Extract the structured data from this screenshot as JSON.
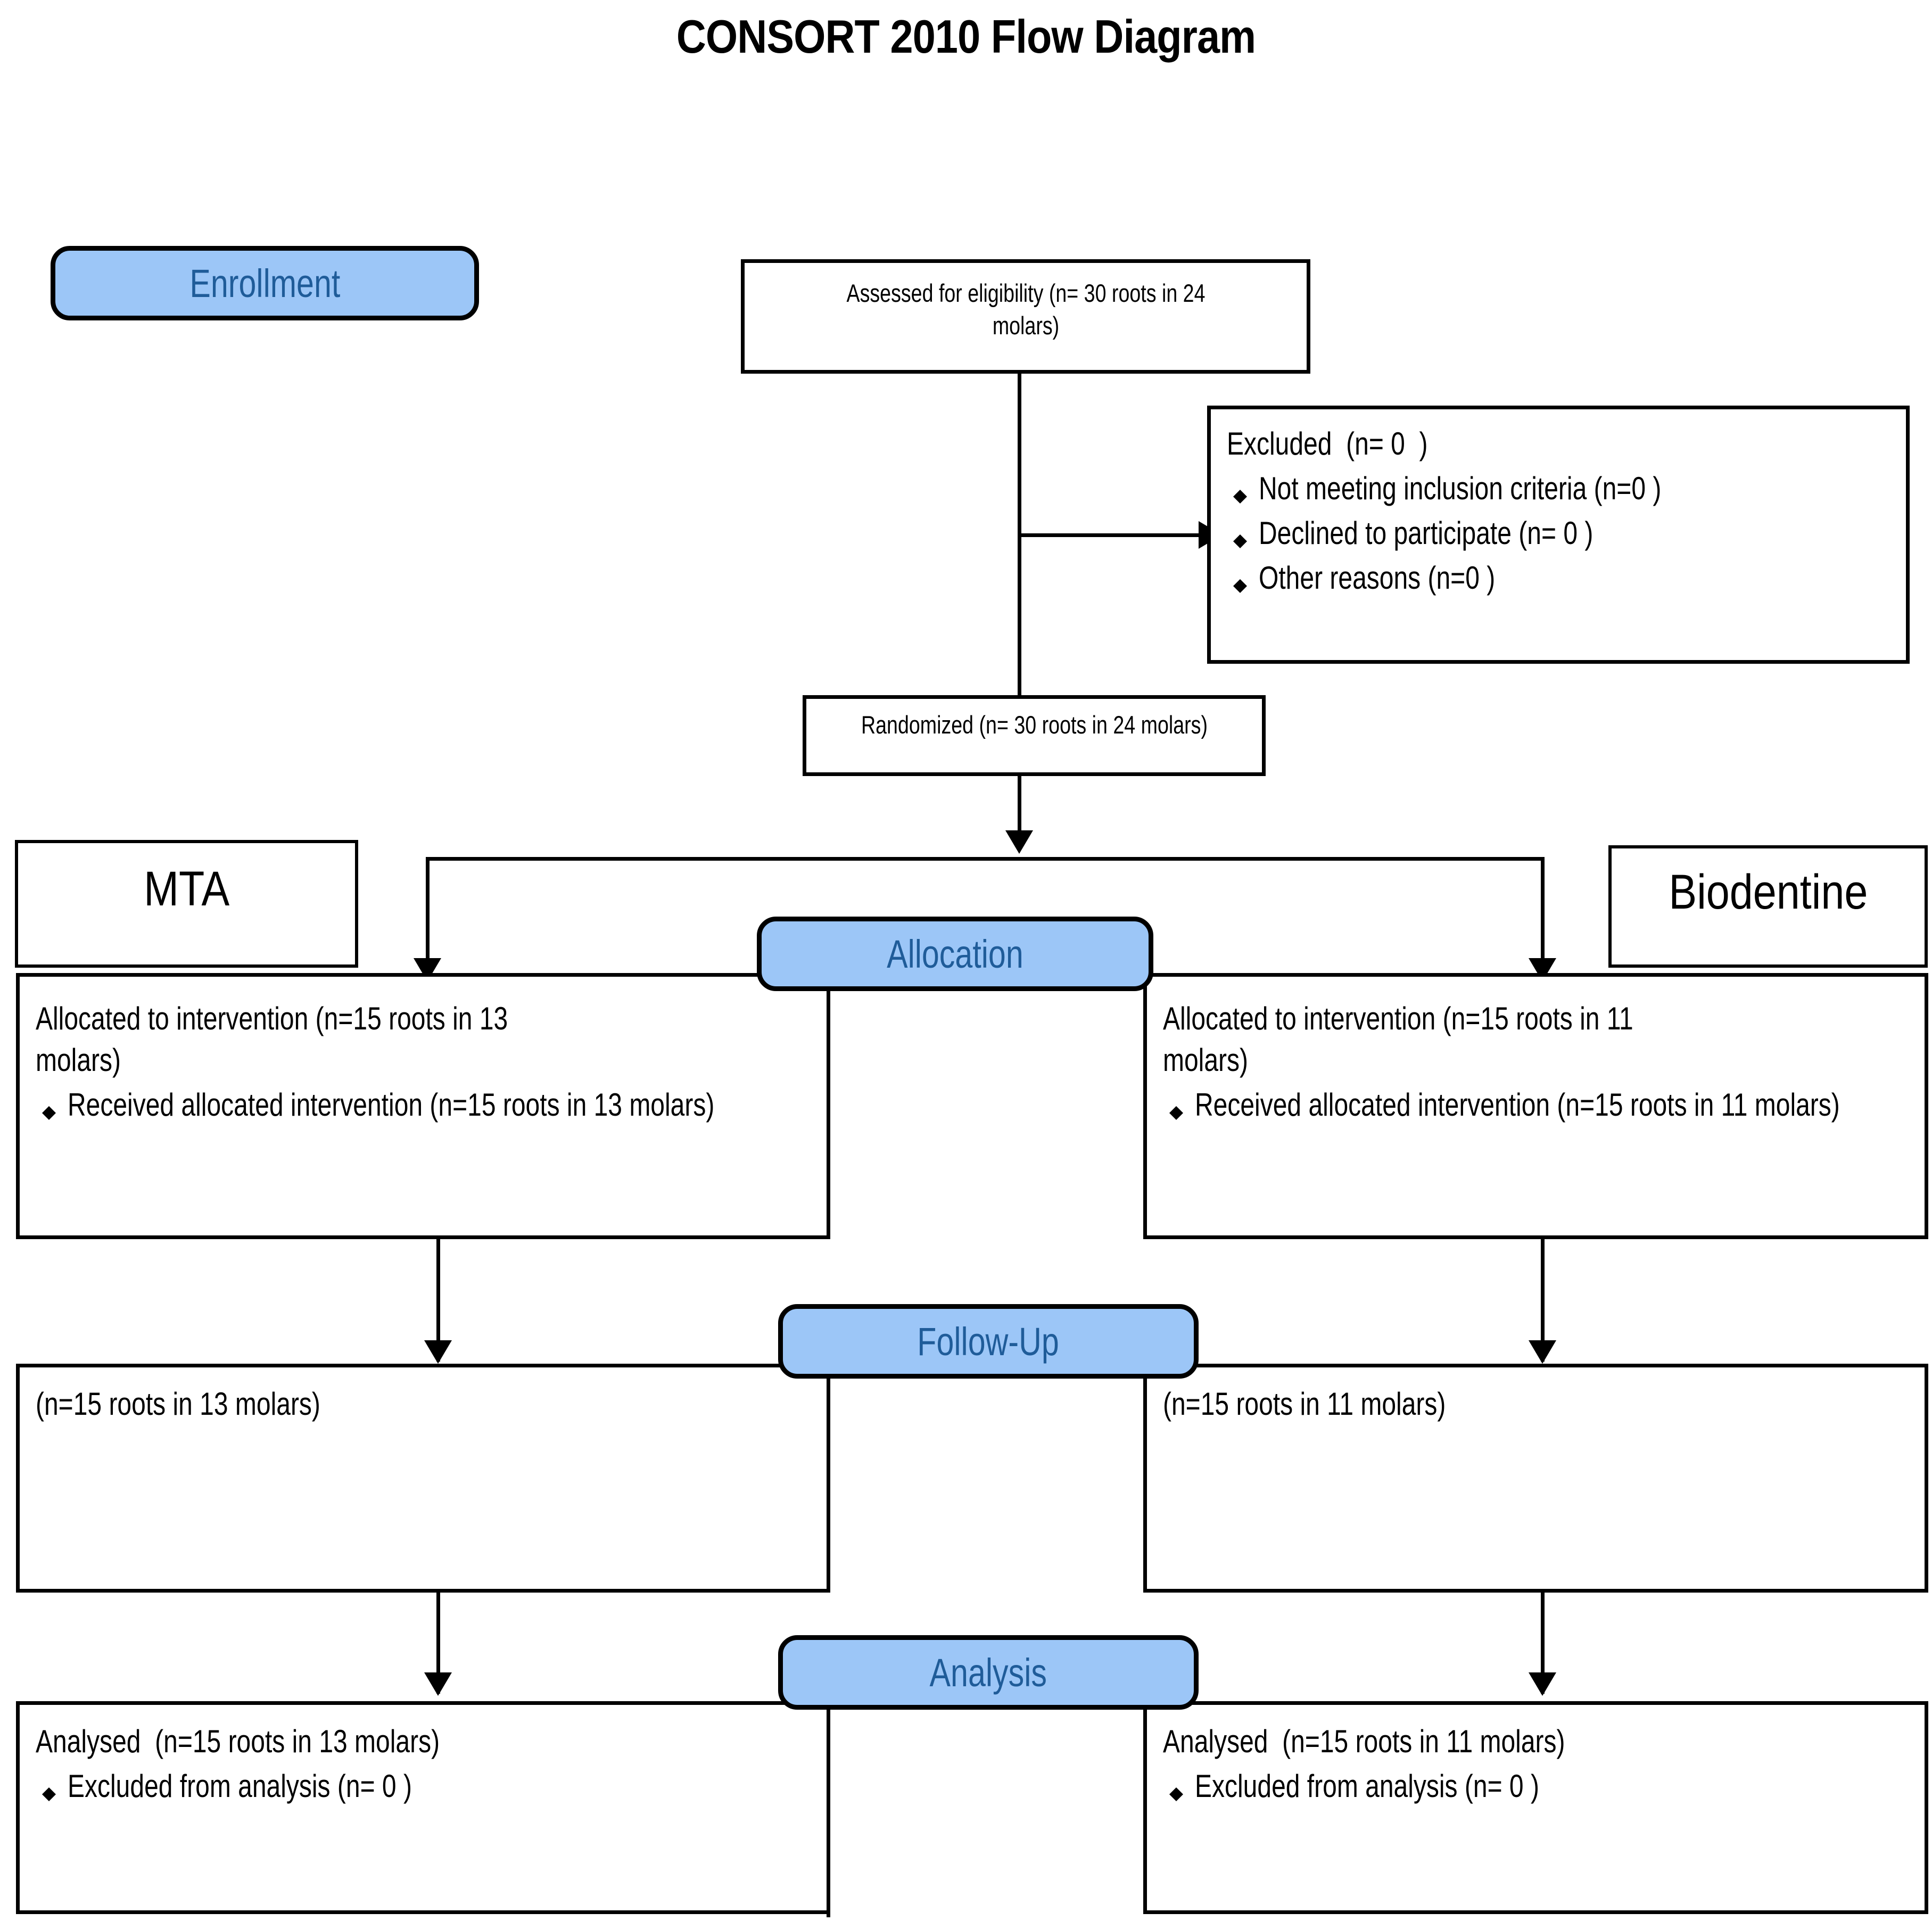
{
  "title": "CONSORT 2010 Flow Diagram",
  "colors": {
    "pill_fill": "#9CC6F7",
    "pill_text": "#1F5C99",
    "pill_border": "#000000",
    "box_border": "#000000",
    "background": "#FFFFFF"
  },
  "stage_labels": {
    "enrollment": "Enrollment",
    "allocation": "Allocation",
    "followup": "Follow-Up",
    "analysis": "Analysis"
  },
  "arm_labels": {
    "left": "MTA",
    "right": "Biodentine"
  },
  "enrollment": {
    "assessed": "Assessed for eligibility (n= 30 roots in 24\nmolars)",
    "excluded_heading": "Excluded  (n= 0  )",
    "excluded_reasons": [
      "Not meeting inclusion criteria (n=0  )",
      "Declined to participate (n= 0 )",
      "Other reasons (n=0  )"
    ],
    "randomized": "Randomized (n= 30 roots in 24 molars)"
  },
  "allocation": {
    "left": {
      "heading": "Allocated to intervention (n=15 roots in 13\nmolars)",
      "bullets": [
        "Received allocated intervention  (n=15 roots\n    in 13 molars)"
      ]
    },
    "right": {
      "heading": "Allocated to intervention (n=15 roots in 11\nmolars)",
      "bullets": [
        "Received allocated intervention  (n=15 roots\n    in 11 molars)"
      ]
    }
  },
  "followup": {
    "left": {
      "text": "(n=15 roots in 13 molars)"
    },
    "right": {
      "text": "(n=15 roots in 11 molars)"
    }
  },
  "analysis": {
    "left": {
      "heading": "Analysed  (n=15 roots in 13 molars)",
      "bullets": [
        "Excluded from analysis (n= 0 )"
      ]
    },
    "right": {
      "heading": "Analysed  (n=15 roots in 11 molars)",
      "bullets": [
        "Excluded from analysis (n= 0 )"
      ]
    }
  }
}
